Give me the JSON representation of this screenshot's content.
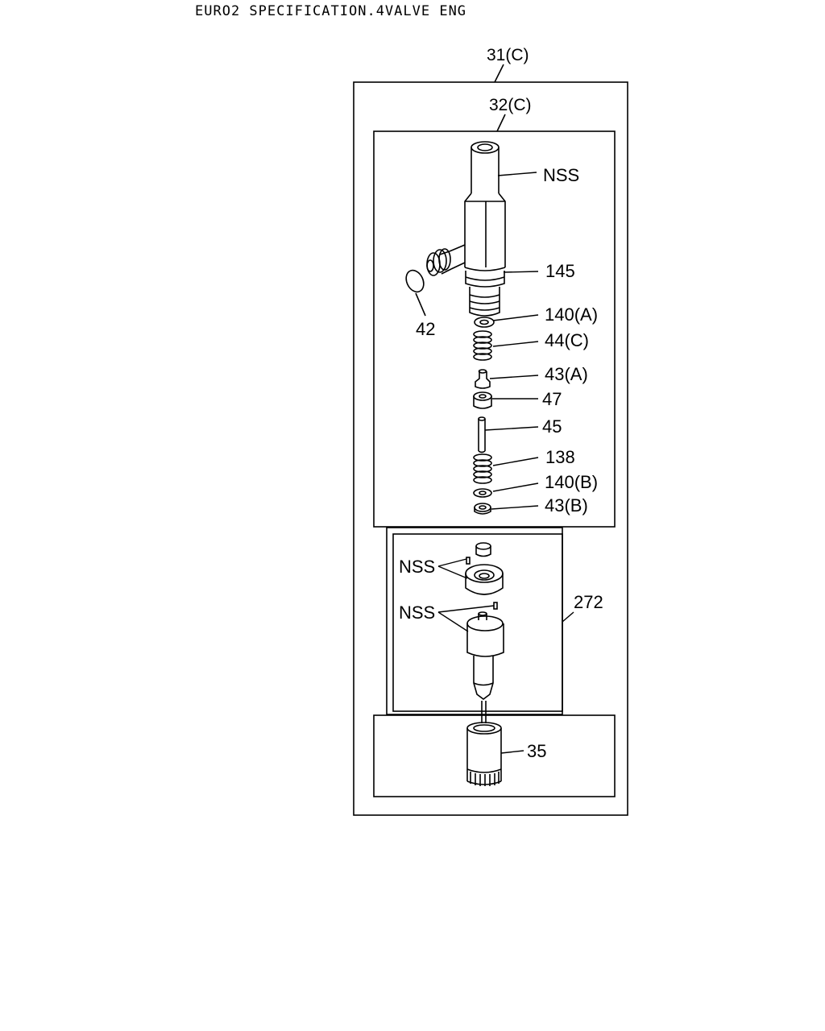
{
  "header": {
    "title": "EURO2 SPECIFICATION.4VALVE ENG"
  },
  "labels": {
    "assembly_outer": "31(C)",
    "assembly_inner": "32(C)",
    "nss_top": "NSS",
    "p145": "145",
    "p42": "42",
    "p140a": "140(A)",
    "p44c": "44(C)",
    "p43a": "43(A)",
    "p47": "47",
    "p45": "45",
    "p138": "138",
    "p140b": "140(B)",
    "p43b": "43(B)",
    "nss_mid1": "NSS",
    "nss_mid2": "NSS",
    "p272": "272",
    "p35": "35"
  }
}
